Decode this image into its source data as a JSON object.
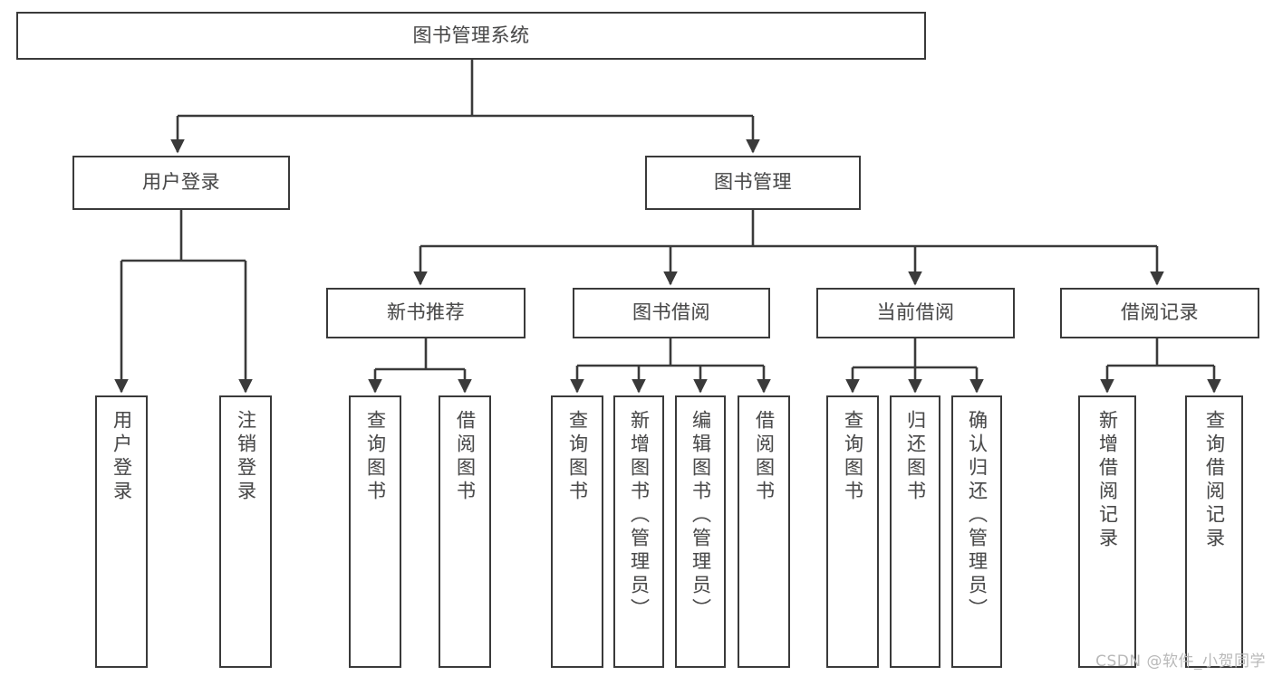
{
  "diagram": {
    "title": "图书管理系统",
    "type": "tree-hierarchy",
    "colors": {
      "border": "#3a3a3a",
      "text": "#4a4a4a",
      "background": "#ffffff",
      "connector": "#3a3a3a",
      "watermark": "#b9b9b9"
    },
    "nodes": {
      "root": {
        "label": "图书管理系统"
      },
      "level2": [
        {
          "id": "user-login",
          "label": "用户登录"
        },
        {
          "id": "book-management",
          "label": "图书管理"
        }
      ],
      "level3": [
        {
          "id": "new-book-recommend",
          "label": "新书推荐"
        },
        {
          "id": "book-borrow",
          "label": "图书借阅"
        },
        {
          "id": "current-borrow",
          "label": "当前借阅"
        },
        {
          "id": "borrow-record",
          "label": "借阅记录"
        }
      ],
      "leaves": [
        {
          "id": "leaf-user-login",
          "label": "用户登录",
          "parent": "user-login"
        },
        {
          "id": "leaf-logout",
          "label": "注销登录",
          "parent": "user-login"
        },
        {
          "id": "leaf-query-book-1",
          "label": "查询图书",
          "parent": "new-book-recommend"
        },
        {
          "id": "leaf-borrow-book-1",
          "label": "借阅图书",
          "parent": "new-book-recommend"
        },
        {
          "id": "leaf-query-book-2",
          "label": "查询图书",
          "parent": "book-borrow"
        },
        {
          "id": "leaf-add-book",
          "label": "新增图书（管理员）",
          "parent": "book-borrow"
        },
        {
          "id": "leaf-edit-book",
          "label": "编辑图书（管理员）",
          "parent": "book-borrow"
        },
        {
          "id": "leaf-borrow-book-2",
          "label": "借阅图书",
          "parent": "book-borrow"
        },
        {
          "id": "leaf-query-book-3",
          "label": "查询图书",
          "parent": "current-borrow"
        },
        {
          "id": "leaf-return-book",
          "label": "归还图书",
          "parent": "current-borrow"
        },
        {
          "id": "leaf-confirm-return",
          "label": "确认归还（管理员）",
          "parent": "current-borrow"
        },
        {
          "id": "leaf-add-record",
          "label": "新增借阅记录",
          "parent": "borrow-record"
        },
        {
          "id": "leaf-query-record",
          "label": "查询借阅记录",
          "parent": "borrow-record"
        }
      ]
    },
    "watermark": "CSDN @软件_小贺同学"
  }
}
